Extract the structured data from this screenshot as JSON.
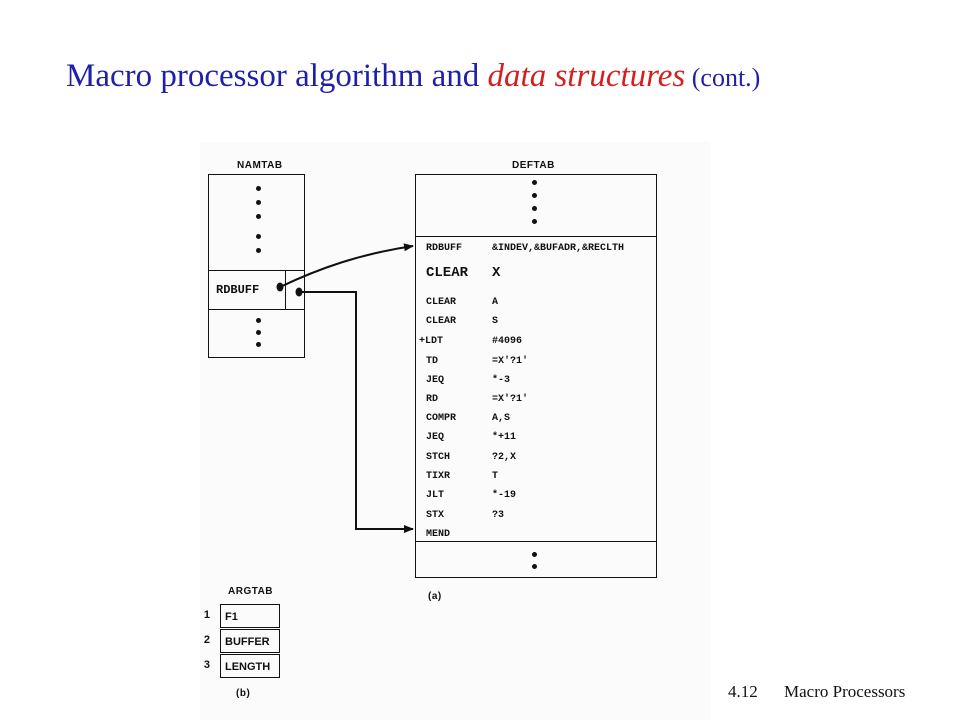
{
  "title": {
    "part1": "Macro processor algorithm and ",
    "part2": "data structures",
    "part3": " (cont.)"
  },
  "namtab": {
    "label": "NAMTAB",
    "entry": "RDBUFF"
  },
  "deftab": {
    "label": "DEFTAB",
    "rows": [
      {
        "op": "RDBUFF",
        "arg": "&INDEV,&BUFADR,&RECLTH"
      },
      {
        "op": "CLEAR",
        "arg": "X"
      },
      {
        "op": "CLEAR",
        "arg": "A"
      },
      {
        "op": "CLEAR",
        "arg": "S"
      },
      {
        "op": "+LDT",
        "arg": "#4096"
      },
      {
        "op": "TD",
        "arg": "=X'?1'"
      },
      {
        "op": "JEQ",
        "arg": "*-3"
      },
      {
        "op": "RD",
        "arg": "=X'?1'"
      },
      {
        "op": "COMPR",
        "arg": "A,S"
      },
      {
        "op": "JEQ",
        "arg": "*+11"
      },
      {
        "op": "STCH",
        "arg": "?2,X"
      },
      {
        "op": "TIXR",
        "arg": "T"
      },
      {
        "op": "JLT",
        "arg": "*-19"
      },
      {
        "op": "STX",
        "arg": "?3"
      },
      {
        "op": "MEND",
        "arg": ""
      }
    ],
    "caption": "(a)"
  },
  "argtab": {
    "label": "ARGTAB",
    "rows": [
      {
        "num": "1",
        "value": "F1"
      },
      {
        "num": "2",
        "value": "BUFFER"
      },
      {
        "num": "3",
        "value": "LENGTH"
      }
    ],
    "caption": "(b)"
  },
  "footer": {
    "page": "4.12",
    "chapter": "Macro Processors"
  },
  "colors": {
    "title_blue": "#1f1fa8",
    "title_red": "#d41f1f",
    "ink": "#111111"
  }
}
